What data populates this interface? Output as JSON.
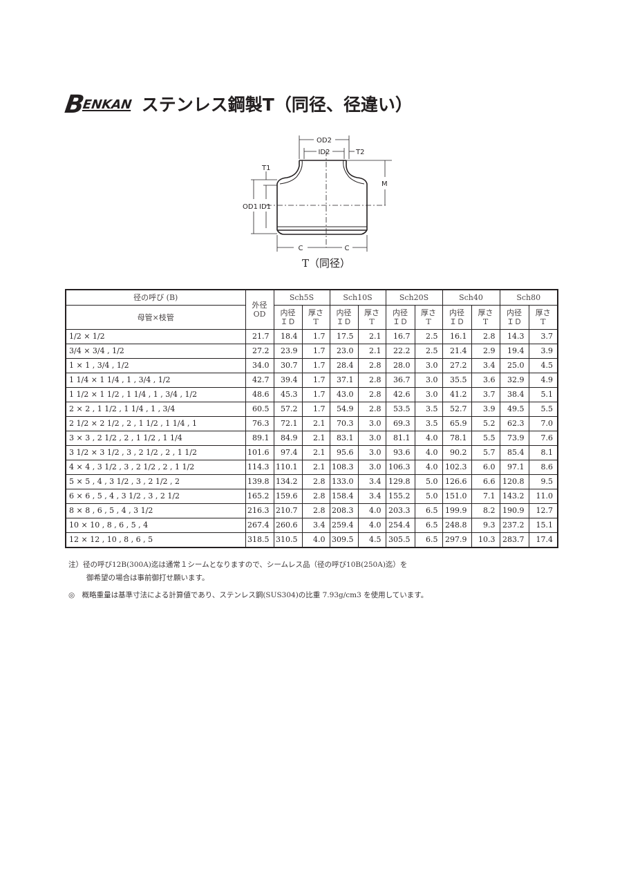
{
  "header": {
    "logo_first": "B",
    "logo_rest": "ENKAN",
    "title": "ステンレス鋼製T（同径、径違い）"
  },
  "diagram": {
    "caption": "T（同径）",
    "labels": {
      "od2": "OD2",
      "id2": "ID2",
      "t2": "T2",
      "t1": "T1",
      "m": "M",
      "od1": "OD1",
      "id1": "ID1",
      "c_left": "C",
      "c_right": "C"
    }
  },
  "table": {
    "header": {
      "size_label": "径の呼び (B)",
      "size_sub": "母管×枝管",
      "od_label_1": "外径",
      "od_label_2": "OD",
      "schedules": [
        "Sch5S",
        "Sch10S",
        "Sch20S",
        "Sch40",
        "Sch80"
      ],
      "id_label_1": "内径",
      "id_label_2": "ＩＤ",
      "t_label_1": "厚さ",
      "t_label_2": "T"
    },
    "rows": [
      {
        "size": "1/2 × 1/2",
        "od": "21.7",
        "v": [
          "18.4",
          "1.7",
          "17.5",
          "2.1",
          "16.7",
          "2.5",
          "16.1",
          "2.8",
          "14.3",
          "3.7"
        ]
      },
      {
        "size": "3/4 × 3/4 , 1/2",
        "od": "27.2",
        "v": [
          "23.9",
          "1.7",
          "23.0",
          "2.1",
          "22.2",
          "2.5",
          "21.4",
          "2.9",
          "19.4",
          "3.9"
        ]
      },
      {
        "size": "1 × 1 , 3/4 , 1/2",
        "od": "34.0",
        "v": [
          "30.7",
          "1.7",
          "28.4",
          "2.8",
          "28.0",
          "3.0",
          "27.2",
          "3.4",
          "25.0",
          "4.5"
        ]
      },
      {
        "size": "1 1/4 × 1 1/4 , 1 , 3/4 , 1/2",
        "od": "42.7",
        "v": [
          "39.4",
          "1.7",
          "37.1",
          "2.8",
          "36.7",
          "3.0",
          "35.5",
          "3.6",
          "32.9",
          "4.9"
        ]
      },
      {
        "size": "1 1/2 × 1 1/2 , 1 1/4 , 1 , 3/4 , 1/2",
        "od": "48.6",
        "v": [
          "45.3",
          "1.7",
          "43.0",
          "2.8",
          "42.6",
          "3.0",
          "41.2",
          "3.7",
          "38.4",
          "5.1"
        ]
      },
      {
        "size": "2 × 2 , 1 1/2 , 1 1/4 , 1 , 3/4",
        "od": "60.5",
        "v": [
          "57.2",
          "1.7",
          "54.9",
          "2.8",
          "53.5",
          "3.5",
          "52.7",
          "3.9",
          "49.5",
          "5.5"
        ]
      },
      {
        "size": "2 1/2 × 2 1/2 , 2 , 1 1/2 , 1 1/4 , 1",
        "od": "76.3",
        "v": [
          "72.1",
          "2.1",
          "70.3",
          "3.0",
          "69.3",
          "3.5",
          "65.9",
          "5.2",
          "62.3",
          "7.0"
        ]
      },
      {
        "size": "3 × 3 , 2 1/2 , 2 , 1 1/2 , 1 1/4",
        "od": "89.1",
        "v": [
          "84.9",
          "2.1",
          "83.1",
          "3.0",
          "81.1",
          "4.0",
          "78.1",
          "5.5",
          "73.9",
          "7.6"
        ]
      },
      {
        "size": "3 1/2 × 3 1/2 , 3 , 2 1/2 , 2 , 1 1/2",
        "od": "101.6",
        "v": [
          "97.4",
          "2.1",
          "95.6",
          "3.0",
          "93.6",
          "4.0",
          "90.2",
          "5.7",
          "85.4",
          "8.1"
        ]
      },
      {
        "size": "4 × 4 , 3 1/2 , 3 , 2 1/2 , 2 , 1 1/2",
        "od": "114.3",
        "v": [
          "110.1",
          "2.1",
          "108.3",
          "3.0",
          "106.3",
          "4.0",
          "102.3",
          "6.0",
          "97.1",
          "8.6"
        ]
      },
      {
        "size": "5 × 5 , 4 , 3 1/2 , 3 , 2 1/2 , 2",
        "od": "139.8",
        "v": [
          "134.2",
          "2.8",
          "133.0",
          "3.4",
          "129.8",
          "5.0",
          "126.6",
          "6.6",
          "120.8",
          "9.5"
        ]
      },
      {
        "size": "6 × 6 , 5 , 4 , 3 1/2 , 3 , 2 1/2",
        "od": "165.2",
        "v": [
          "159.6",
          "2.8",
          "158.4",
          "3.4",
          "155.2",
          "5.0",
          "151.0",
          "7.1",
          "143.2",
          "11.0"
        ]
      },
      {
        "size": "8 × 8 , 6 , 5 , 4 , 3 1/2",
        "od": "216.3",
        "v": [
          "210.7",
          "2.8",
          "208.3",
          "4.0",
          "203.3",
          "6.5",
          "199.9",
          "8.2",
          "190.9",
          "12.7"
        ]
      },
      {
        "size": "10 × 10 , 8 , 6 , 5 , 4",
        "od": "267.4",
        "v": [
          "260.6",
          "3.4",
          "259.4",
          "4.0",
          "254.4",
          "6.5",
          "248.8",
          "9.3",
          "237.2",
          "15.1"
        ]
      },
      {
        "size": "12 × 12 , 10 , 8 , 6 , 5",
        "od": "318.5",
        "v": [
          "310.5",
          "4.0",
          "309.5",
          "4.5",
          "305.5",
          "6.5",
          "297.9",
          "10.3",
          "283.7",
          "17.4"
        ]
      }
    ]
  },
  "notes": {
    "note1_line1": "注）径の呼び12B(300A)迄は通常１シームとなりますので、シームレス品（径の呼び10B(250A)迄）を",
    "note1_line2": "御希望の場合は事前御打せ願います。",
    "note2": "◎　概略重量は基準寸法による計算値であり、ステンレス鋼(SUS304)の比重 7.93g/cm3 を使用しています。"
  }
}
